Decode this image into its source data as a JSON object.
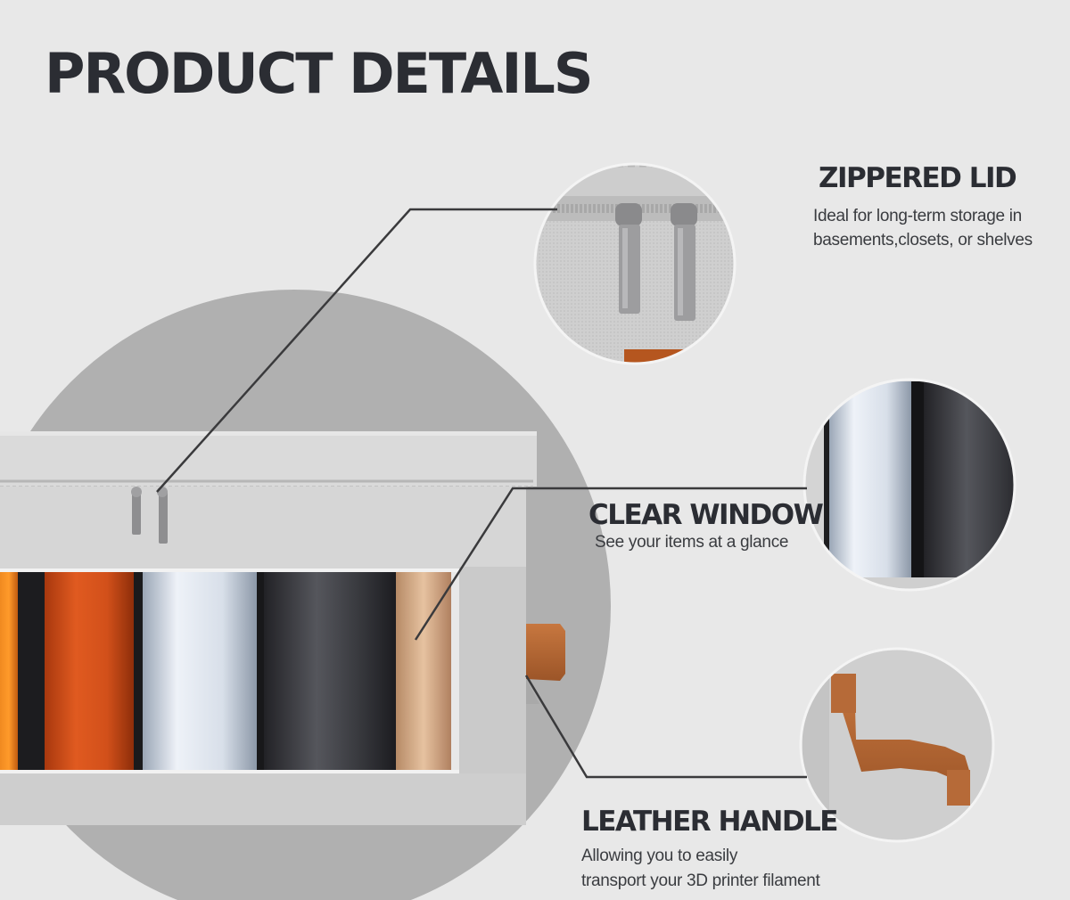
{
  "page": {
    "title": "PRODUCT DETAILS"
  },
  "features": [
    {
      "title": "ZIPPERED LID",
      "desc_line1": "Ideal for long-term storage in",
      "desc_line2": "basements,closets, or shelves"
    },
    {
      "title": "CLEAR WINDOW",
      "desc_line1": "See your items at a glance"
    },
    {
      "title": "LEATHER HANDLE",
      "desc_line1": "Allowing you to easily",
      "desc_line2": "transport your 3D printer filament"
    }
  ],
  "colors": {
    "background": "#e8e8e8",
    "big_circle": "#b0b0b0",
    "box_fabric": "#d6d6d6",
    "leather": "#b8683a",
    "orange_filament": "#d9531c",
    "white_filament": "#dfe6f0",
    "black_filament": "#3a3a3e",
    "tan_filament": "#d9b28f",
    "text_dark": "#2b2d33"
  }
}
